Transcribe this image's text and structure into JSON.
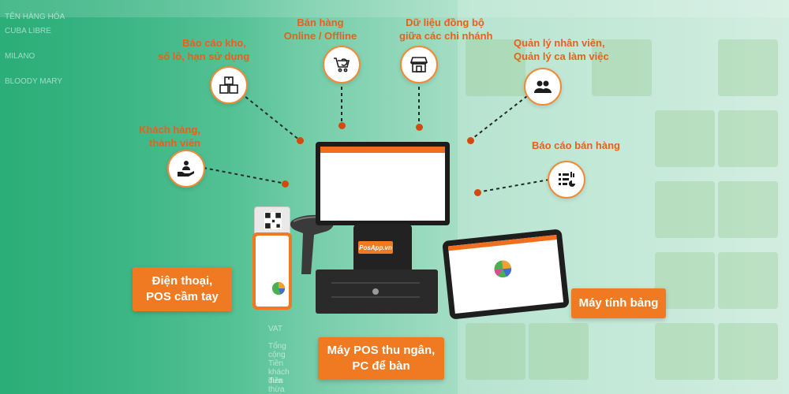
{
  "background": {
    "left_rows": [
      "TÊN HÀNG HÓA",
      "CUBA LIBRE",
      "MILANO",
      "BLOODY MARY"
    ],
    "left_bottom": [
      "VAT",
      "Tổng cộng",
      "Tiền khách đưa",
      "Tiền thừa"
    ]
  },
  "features": {
    "inventory": {
      "label_line1": "Báo cáo kho,",
      "label_line2": "số lô, hạn sử dụng",
      "icon": "boxes-icon"
    },
    "sales_channel": {
      "label_line1": "Bán hàng",
      "label_line2": "Online / Offline",
      "icon": "cart-icon"
    },
    "branch_sync": {
      "label_line1": "Dữ liệu đồng bộ",
      "label_line2": "giữa các chi nhánh",
      "icon": "store-icon"
    },
    "staff": {
      "label_line1": "Quản lý nhân viên,",
      "label_line2": "Quản lý ca làm việc",
      "icon": "users-icon"
    },
    "customers": {
      "label_line1": "Khách hàng,",
      "label_line2": "thành viên",
      "icon": "hand-user-icon"
    },
    "sales_report": {
      "label_line1": "Báo cáo bán hàng",
      "icon": "report-icon"
    }
  },
  "devices": {
    "phone": {
      "line1": "Điện thoại,",
      "line2": "POS cầm tay"
    },
    "pos": {
      "line1": "Máy POS thu ngân,",
      "line2": "PC để bàn"
    },
    "tablet": {
      "line1": "Máy tính bảng"
    },
    "brand": "PosApp.vn"
  },
  "colors": {
    "accent": "#f07a22",
    "dot": "#d14b0f",
    "icon_border": "#f08a35"
  }
}
